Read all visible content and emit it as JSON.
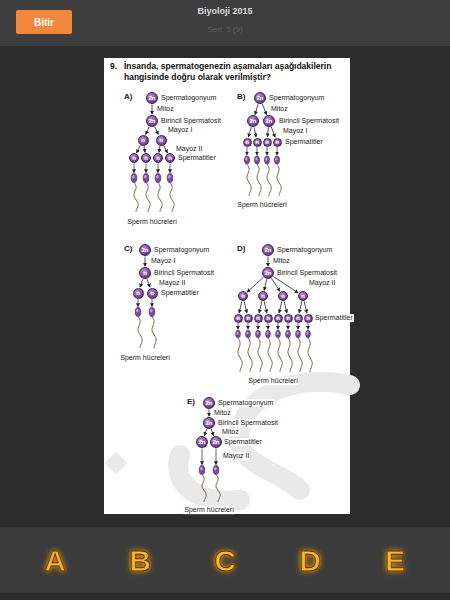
{
  "diagram": {
    "nodes": [
      {
        "text": [
          "Bitir"
        ]
      },
      {
        "text": [
          "2n"
        ]
      },
      {
        "text": [
          "2n"
        ]
      },
      {
        "text": [
          "n"
        ]
      },
      {
        "text": [
          "n"
        ]
      },
      {
        "text": [
          "n"
        ]
      },
      {
        "text": [
          "n"
        ]
      },
      {
        "text": [
          "n"
        ]
      },
      {
        "text": [
          "n"
        ]
      },
      {
        "text": [
          "2n"
        ]
      },
      {
        "text": [
          "2n"
        ]
      },
      {
        "text": [
          "2n"
        ]
      },
      {
        "text": [
          "n"
        ]
      },
      {
        "text": [
          "n"
        ]
      },
      {
        "text": [
          "n"
        ]
      },
      {
        "text": [
          "n"
        ]
      },
      {
        "text": [
          "2n"
        ]
      },
      {
        "text": [
          "n"
        ]
      },
      {
        "text": [
          "n"
        ]
      },
      {
        "text": [
          "n"
        ]
      },
      {
        "text": [
          "2n"
        ]
      },
      {
        "text": [
          "2n"
        ]
      },
      {
        "text": [
          "n"
        ]
      },
      {
        "text": [
          "n"
        ]
      },
      {
        "text": [
          "n"
        ]
      },
      {
        "text": [
          "n"
        ]
      },
      {
        "text": [
          "n"
        ]
      },
      {
        "text": [
          "n"
        ]
      },
      {
        "text": [
          "n"
        ]
      },
      {
        "text": [
          "n"
        ]
      },
      {
        "text": [
          "n"
        ]
      },
      {
        "text": [
          "n"
        ]
      },
      {
        "text": [
          "n"
        ]
      },
      {
        "text": [
          "n"
        ]
      },
      {
        "text": [
          "2n"
        ]
      },
      {
        "text": [
          "2n"
        ]
      },
      {
        "text": [
          "2n"
        ]
      },
      {
        "text": [
          "2n"
        ]
      }
    ],
    "edges": [
      {
        "from": 1,
        "to": 2,
        "arrow": "to"
      },
      {
        "from": 2,
        "to": 3,
        "arrow": "to"
      },
      {
        "from": 2,
        "to": 4,
        "arrow": "to"
      },
      {
        "from": 3,
        "to": 5,
        "arrow": "to"
      },
      {
        "from": 3,
        "to": 6,
        "arrow": "to"
      },
      {
        "from": 4,
        "to": 7,
        "arrow": "to"
      },
      {
        "from": 4,
        "to": 8,
        "arrow": "to"
      },
      {
        "from": 9,
        "to": 10,
        "arrow": "to"
      },
      {
        "from": 9,
        "to": 11,
        "arrow": "to"
      },
      {
        "from": 10,
        "to": 12,
        "arrow": "to"
      },
      {
        "from": 10,
        "to": 13,
        "arrow": "to"
      },
      {
        "from": 11,
        "to": 14,
        "arrow": "to"
      },
      {
        "from": 11,
        "to": 15,
        "arrow": "to"
      },
      {
        "from": 16,
        "to": 17,
        "arrow": "to"
      },
      {
        "from": 17,
        "to": 18,
        "arrow": "to"
      },
      {
        "from": 17,
        "to": 19,
        "arrow": "to"
      },
      {
        "from": 20,
        "to": 21,
        "arrow": "to"
      },
      {
        "from": 21,
        "to": 22,
        "arrow": "to"
      },
      {
        "from": 21,
        "to": 23,
        "arrow": "to"
      },
      {
        "from": 21,
        "to": 24,
        "arrow": "to"
      },
      {
        "from": 21,
        "to": 25,
        "arrow": "to"
      },
      {
        "from": 22,
        "to": 26,
        "arrow": "to"
      },
      {
        "from": 22,
        "to": 27,
        "arrow": "to"
      },
      {
        "from": 23,
        "to": 28,
        "arrow": "to"
      },
      {
        "from": 23,
        "to": 29,
        "arrow": "to"
      },
      {
        "from": 24,
        "to": 30,
        "arrow": "to"
      },
      {
        "from": 24,
        "to": 31,
        "arrow": "to"
      },
      {
        "from": 25,
        "to": 32,
        "arrow": "to"
      },
      {
        "from": 25,
        "to": 33,
        "arrow": "to"
      },
      {
        "from": 34,
        "to": 35,
        "arrow": "to"
      },
      {
        "from": 35,
        "to": 36,
        "arrow": "to"
      },
      {
        "from": 35,
        "to": 37,
        "arrow": "to"
      }
    ],
    "labels": [
      "Biyoloji 2015",
      "Seri: 3 (9)",
      "9.",
      "İnsanda, spermatogenezin aşamaları aşağıdakilerin hangisinde doğru olarak verilmiştir?",
      "A)",
      "Spermatogonyum",
      "Mitoz",
      "Birincil Spermatosit",
      "Mayoz I",
      "Mayoz II",
      "Spermatitler",
      "Sperm hücreleri",
      "B)",
      "Spermatogonyum",
      "Mitoz",
      "Birincil Spermatosit",
      "Mayoz I",
      "Spermatitler",
      "Sperm hücreleri",
      "C)",
      "Spermatogonyum",
      "Mayoz I",
      "Birincil Spermatosit",
      "Mayoz II",
      "Spermatitler",
      "Sperm hücreleri",
      "D)",
      "Spermatogonyum",
      "Mitoz",
      "Birincil Spermatosit",
      "Mayoz II",
      "Spermatitler",
      "Sperm hücreleri",
      "E)",
      "Spermatogonyum",
      "Mitoz",
      "Birincil Spermatosit",
      "Mitoz",
      "Spermatitler",
      "Mayoz II",
      "Sperm hücreleri",
      "A",
      "B",
      "C",
      "D",
      "E"
    ]
  }
}
